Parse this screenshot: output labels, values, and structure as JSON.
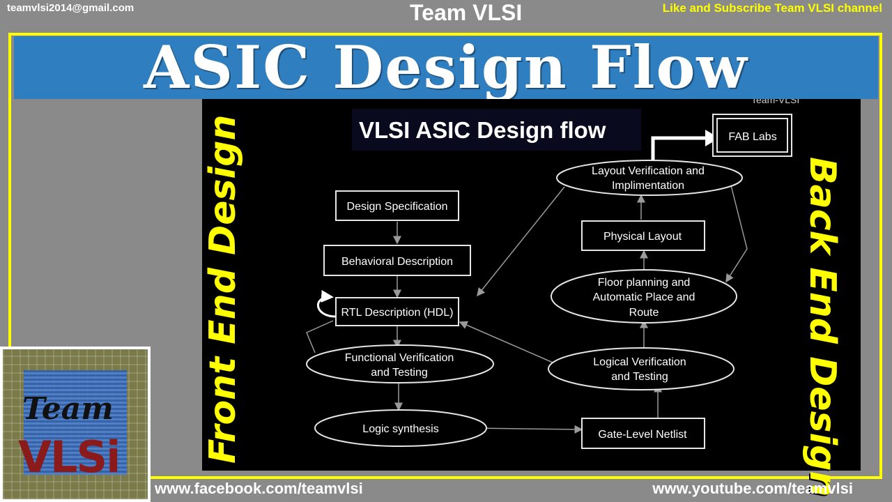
{
  "header": {
    "email": "teamvlsi2014@gmail.com",
    "brand": "Team VLSI",
    "subscribe": "Like and Subscribe Team VLSI channel"
  },
  "banner": {
    "title": "ASIC Design Flow"
  },
  "side": {
    "left": "Front End Design",
    "right": "Back End Design"
  },
  "diagram": {
    "title": "VLSI ASIC Design flow",
    "watermark": "Team-VLSI",
    "nodes": {
      "spec": "Design Specification",
      "behav": "Behavioral Description",
      "rtl": "RTL Description (HDL)",
      "func1": "Functional Verification",
      "func2": "and Testing",
      "synth": "Logic synthesis",
      "gate": "Gate-Level Netlist",
      "logv1": "Logical Verification",
      "logv2": "and Testing",
      "floor1": "Floor planning and",
      "floor2": "Automatic Place and",
      "floor3": "Route",
      "phys": "Physical Layout",
      "layv1": "Layout Verification and",
      "layv2": "Implimentation",
      "fab": "FAB Labs"
    }
  },
  "logo": {
    "team": "Team",
    "vlsi": "VLSi"
  },
  "footer": {
    "facebook": "www.facebook.com/teamvlsi",
    "youtube": "www.youtube.com/teamvlsi"
  },
  "colors": {
    "accent": "#ffff00",
    "banner": "#2f7fc0",
    "background": "#8a8a8a"
  }
}
